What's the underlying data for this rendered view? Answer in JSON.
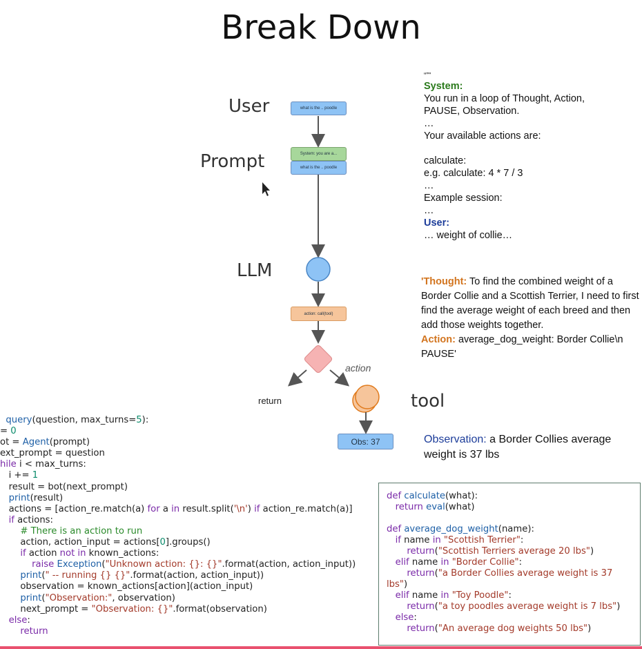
{
  "title": "Break Down",
  "diagram": {
    "labels": {
      "user": "User",
      "prompt": "Prompt",
      "llm": "LLM",
      "tool": "tool",
      "return": "return",
      "action": "action"
    },
    "boxes": {
      "user_box": "what is the .. poodle",
      "prompt_system_box": "System: you are a...",
      "prompt_user_box": "what is the .. poodle",
      "action_box": "action: call(tool)",
      "obs_box": "Obs: 37"
    }
  },
  "prompt_text": {
    "open_quote": "“”\"",
    "system_label": "System:",
    "line1": "You run in a loop of Thought, Action,",
    "line2": "PAUSE, Observation.",
    "ellipsis1": "…",
    "line3": "Your available actions are:",
    "line4": "calculate:",
    "line5": "e.g. calculate: 4 * 7 / 3",
    "ellipsis2": "…",
    "line6": "Example session:",
    "ellipsis3": "…",
    "user_label": "User:",
    "line7": "… weight of collie…"
  },
  "thought_text": {
    "thought_label": "'Thought:",
    "thought_body": " To find the combined weight of a Border Collie and a Scottish Terrier, I need to first find the average weight of each breed and then add those weights together.",
    "action_label": "Action:",
    "action_body": " average_dog_weight: Border Collie\\n PAUSE'"
  },
  "observation_text": {
    "label": "Observation:",
    "body": " a Border Collies average weight is 37 lbs"
  },
  "colors": {
    "blue_node": "#8ec3f5",
    "green_node": "#a7d79b",
    "orange_node": "#f6c59b",
    "diamond": "#f6b3b3",
    "bottom_bar": "#e9516f"
  }
}
